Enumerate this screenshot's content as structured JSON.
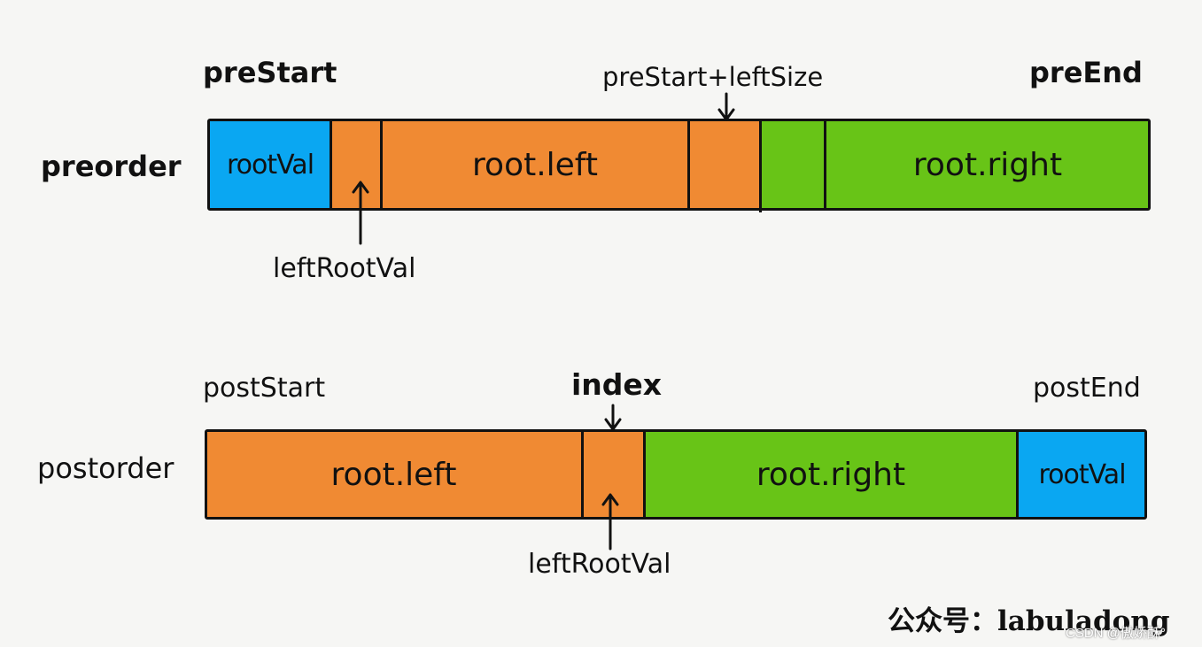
{
  "colors": {
    "root": "#0aa7f2",
    "left": "#f08a33",
    "right": "#68c417",
    "outline": "#111111",
    "background": "#f6f6f4"
  },
  "preorder": {
    "row_label": "preorder",
    "start_label": "preStart",
    "mid_label": "preStart+leftSize",
    "end_label": "preEnd",
    "segments": [
      {
        "label": "rootVal",
        "role": "root"
      },
      {
        "label": "",
        "role": "left"
      },
      {
        "label": "root.left",
        "role": "left"
      },
      {
        "label": "",
        "role": "left"
      },
      {
        "label": "",
        "role": "right"
      },
      {
        "label": "root.right",
        "role": "right"
      }
    ],
    "pointer_label": "leftRootVal"
  },
  "postorder": {
    "row_label": "postorder",
    "start_label": "postStart",
    "index_label": "index",
    "end_label": "postEnd",
    "segments": [
      {
        "label": "root.left",
        "role": "left"
      },
      {
        "label": "",
        "role": "left"
      },
      {
        "label": "root.right",
        "role": "right"
      },
      {
        "label": "rootVal",
        "role": "root"
      }
    ],
    "pointer_label": "leftRootVal"
  },
  "watermark": "公众号：labuladong",
  "csdn_credit": "CSDN @傲娇酥°"
}
